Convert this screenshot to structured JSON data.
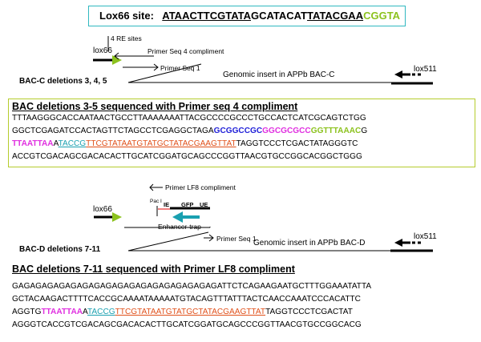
{
  "lox66_site": {
    "label": "Lox66 site:",
    "seq_u1": "ATAACTTCGTATA",
    "seq_mid": "GCATACAT",
    "seq_u2": "TATACGAA",
    "seq_green": "CGGTA"
  },
  "bac_c": {
    "re_sites": "4 RE sites",
    "primer_seq4": "Primer Seq 4 compliment",
    "primer_seq1": "Primer Seq 1",
    "lox66": "lox66",
    "lox511": "lox511",
    "deletions": "BAC-C deletions 3, 4, 5",
    "genomic": "Genomic insert in APPb BAC-C"
  },
  "seq_c": {
    "title": "BAC deletions 3-5 sequenced with Primer seq 4 compliment",
    "line1": "TTTAAGGGCACCAATAACTGCCTTAAAAAAATTACGCCCCGCCCTGCCACTCATCGCAGTCTGG",
    "line2_a": "GGCTCGAGATCCACTAGTTCTAGCCTCGAGGCTAGA",
    "line2_blue": "GCGGCCGC",
    "line2_mag": "GGCGCGCC",
    "line2_g": "G",
    "line2_lg": "GTTTAAAC",
    "line2_end": "G",
    "line3_mag": "TTAATTAA",
    "line3_a": "A",
    "line3_cy": "TACCG",
    "line3_or": "TTCGTATAATGTATGCTATACGAAGTTAT",
    "line3_b": "TAGGTCCCTCGACTATAGGGTC",
    "line4": "ACCGTCGACAGCGACACACTTGCATCGGATGCAGCCCGGTTAACGTGCCGGCACGGCTGGG"
  },
  "bac_d": {
    "primer_lf8": "Primer LF8 compliment",
    "paci": "Pac I",
    "ie": "IE",
    "gfp": "GFP",
    "ue": "UE",
    "lox66": "lox66",
    "enhancer": "Enhancer-trap",
    "primer_seq1": "Primer Seq 1",
    "lox511": "lox511",
    "deletions": "BAC-D deletions 7-11",
    "genomic": "Genomic insert in APPb BAC-D"
  },
  "seq_d": {
    "title": "BAC deletions 7-11 sequenced with Primer LF8 compliment",
    "line1": "GAGAGAGAGAGAGAGAGAGAGAGAGAGAGAGAGAGATTCTCAGAAGAATGCTTTGGAAATATTA",
    "line2": "GCTACAAGACTTTTCACCGCAAAATAAAAATGTACAGTTTATTTACTCAACCAAATCCCACATTC",
    "line3_a": "AGGTG",
    "line3_mag": "TTAATTAA",
    "line3_b": "A",
    "line3_cy": "TACCG",
    "line3_or": "TTCGTATAATGTATGCTATACGAAGTTAT",
    "line3_c": "TAGGTCCCTCGACTAT",
    "line4": "AGGGTCACCGTCGACAGCGACACACTTGCATCGGATGCAGCCCGGTTAACGTGCCGGCACG"
  },
  "colors": {
    "green_arrow": "#8cc21e",
    "teal_arrow": "#1aa0b0",
    "box_teal": "#30b8c0",
    "box_green": "#b5cc2c"
  }
}
